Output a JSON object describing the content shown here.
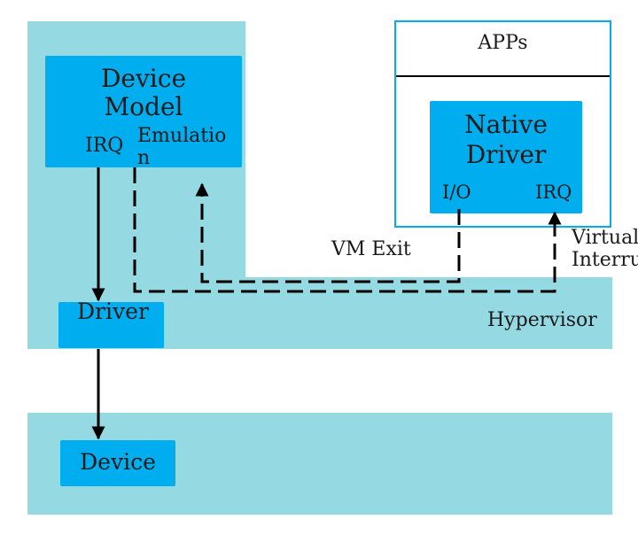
{
  "diagram": {
    "apps_label": "APPs",
    "device_model_title": "Device Model",
    "device_model_irq": "IRQ",
    "device_model_emulation": "Emulation",
    "native_driver_title": "Native Driver",
    "native_driver_io": "I/O",
    "native_driver_irq": "IRQ",
    "vm_exit_label": "VM Exit",
    "virtual_interrupt_label": "Virtual Interrupt",
    "hypervisor_label": "Hypervisor",
    "driver_label": "Driver",
    "device_label": "Device"
  },
  "colors": {
    "layer": "#95d9e2",
    "box": "#00aeef",
    "frame_border": "#00aeef",
    "line": "#000000"
  }
}
